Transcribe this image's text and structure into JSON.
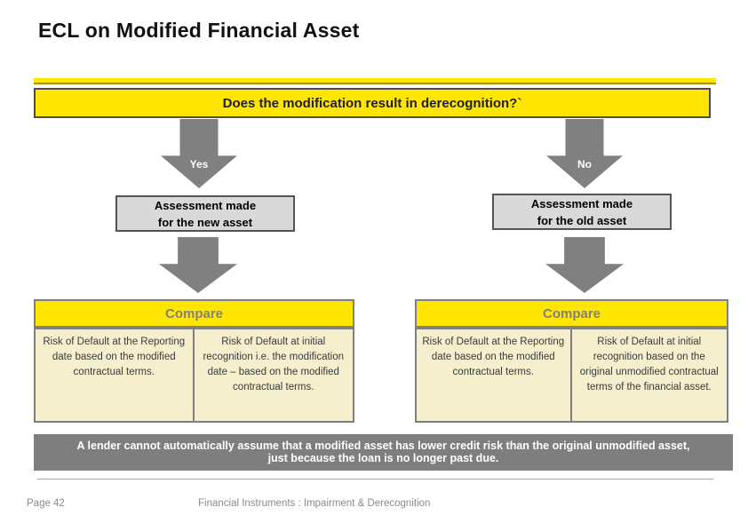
{
  "title": "ECL on Modified Financial Asset",
  "question": "Does the modification result in derecognition?`",
  "flow": {
    "left": {
      "branch_label": "Yes",
      "assessment_lines": [
        "Assessment made",
        "for the new asset"
      ],
      "compare_label": "Compare",
      "boxes": [
        "Risk of Default at the Reporting date based on the modified contractual terms.",
        "Risk of Default at initial recognition i.e. the modification date – based on the modified contractual terms."
      ]
    },
    "right": {
      "branch_label": "No",
      "assessment_lines": [
        "Assessment made",
        "for the old asset"
      ],
      "compare_label": "Compare",
      "boxes": [
        "Risk of Default at the Reporting date based on the modified contractual terms.",
        "Risk of Default at initial recognition based on the original unmodified contractual terms of the financial asset."
      ]
    }
  },
  "note_lines": [
    "A lender cannot automatically assume that a modified asset has lower credit risk than the original unmodified asset,",
    "just because the loan is no longer past due."
  ],
  "footer": {
    "page_label": "Page 42",
    "subject": "Financial Instruments : Impairment & Derecognition"
  },
  "colors": {
    "accent_yellow": "#FFE600",
    "arrow_gray": "#808080",
    "note_banner_gray": "#7E7E7E",
    "assessment_box_gray": "#D9D9D9",
    "criteria_box_cream": "#F5EFCD"
  }
}
